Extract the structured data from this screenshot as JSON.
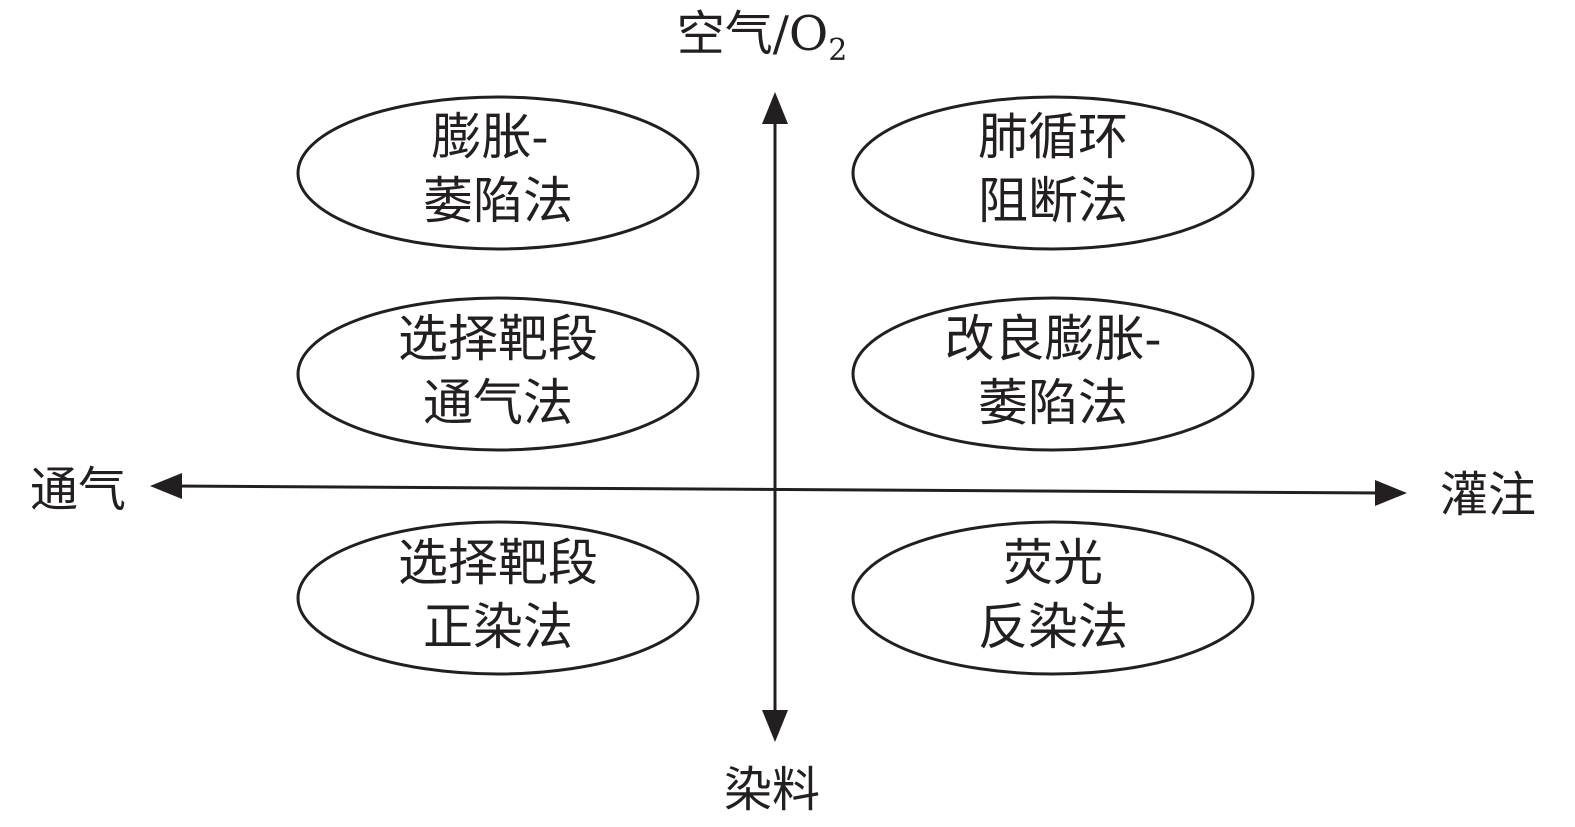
{
  "axes": {
    "top": {
      "main": "空气/O",
      "sub": "2"
    },
    "bottom": "染料",
    "left": "通气",
    "right": "灌注"
  },
  "methods": {
    "top_left": [
      "膨胀-",
      "萎陷法"
    ],
    "top_right": [
      "肺循环",
      "阻断法"
    ],
    "middle_left": [
      "选择靶段",
      "通气法"
    ],
    "middle_right": [
      "改良膨胀-",
      "萎陷法"
    ],
    "bottom_left": [
      "选择靶段",
      "正染法"
    ],
    "bottom_right": [
      "荧光",
      "反染法"
    ]
  }
}
